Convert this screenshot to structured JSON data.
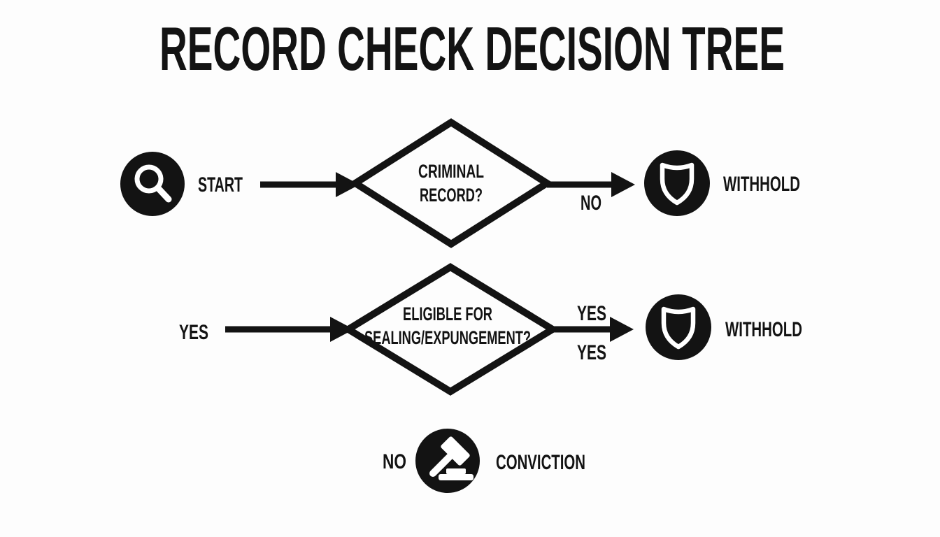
{
  "title": "RECORD CHECK DECISION TREE",
  "colors": {
    "ink": "#131313",
    "icon_foreground": "#ffffff",
    "background": "#fdfdfd"
  },
  "flow": {
    "start": {
      "icon": "search-icon",
      "label": "START"
    },
    "decision_criminal_record": {
      "question_line1": "CRIMINAL",
      "question_line2": "RECORD?"
    },
    "edge_no_right": {
      "label": "NO"
    },
    "outcome_withhold_1": {
      "icon": "shield-icon",
      "label": "WITHHOLD"
    },
    "edge_yes_left": {
      "label": "YES"
    },
    "decision_sealing_expungement": {
      "question_line1": "ELIGIBLE FOR",
      "question_line2": "SEALING/EXPUNGEMENT?"
    },
    "edge_yes_top": {
      "label": "YES"
    },
    "edge_yes_bottom": {
      "label": "YES"
    },
    "outcome_withhold_2": {
      "icon": "shield-icon",
      "label": "WITHHOLD"
    },
    "edge_no_bottom": {
      "label": "NO"
    },
    "outcome_conviction": {
      "icon": "gavel-icon",
      "label": "CONVICTION"
    }
  }
}
